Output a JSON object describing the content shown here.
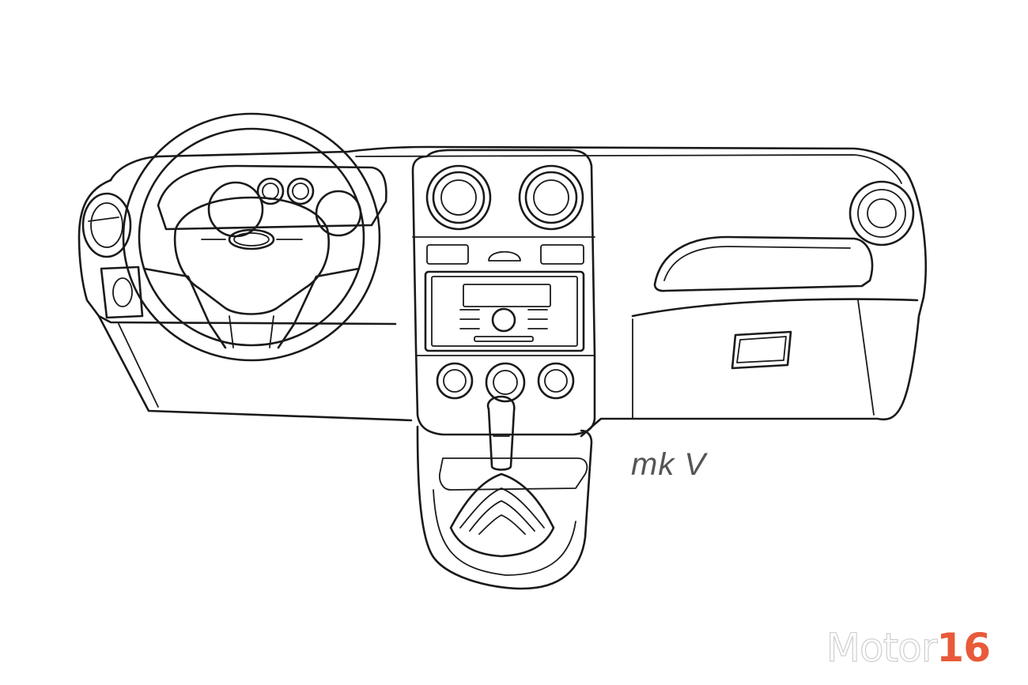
{
  "caption": "mk V",
  "watermark": {
    "word": "Motor",
    "number": "16"
  },
  "colors": {
    "line": "#1a1a1a",
    "caption": "#555555",
    "watermark_accent": "#e85a3a",
    "background": "#ffffff"
  }
}
